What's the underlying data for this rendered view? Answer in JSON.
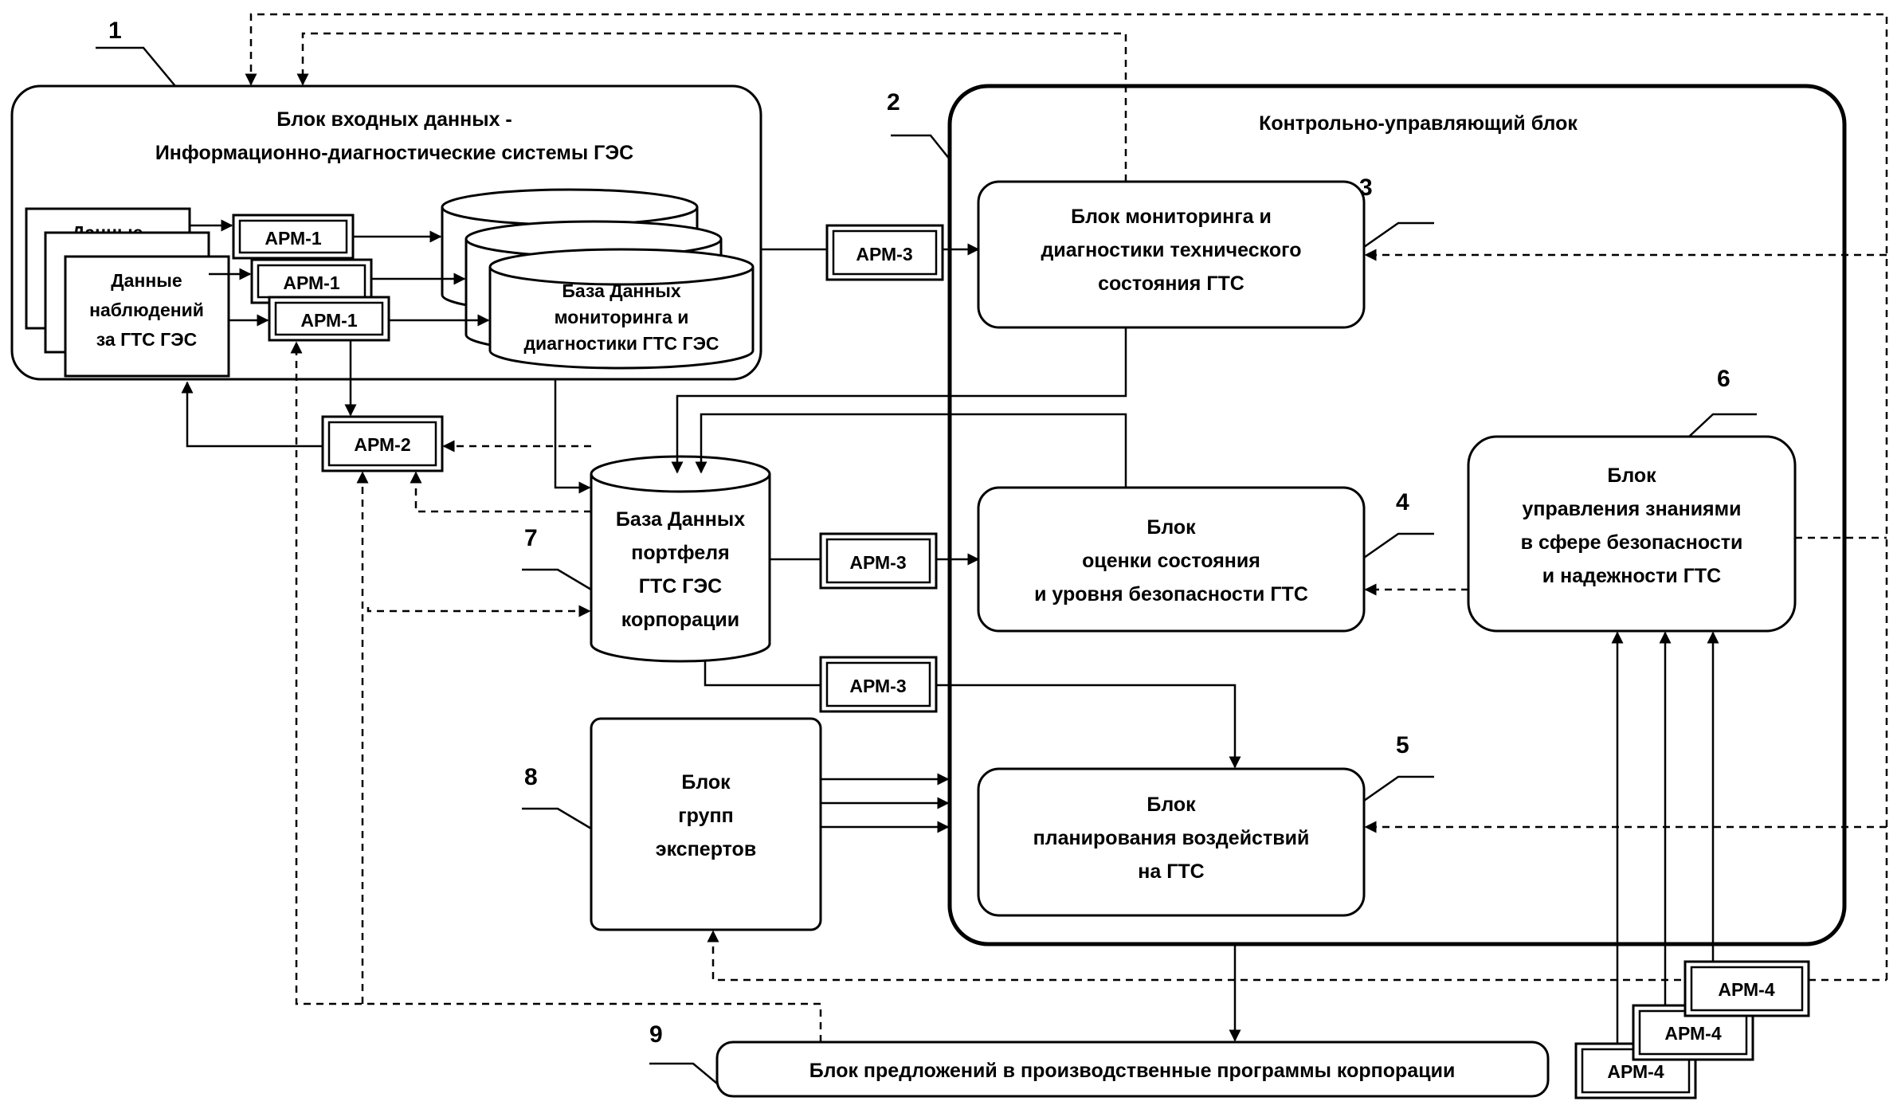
{
  "callouts": [
    "1",
    "2",
    "3",
    "4",
    "5",
    "6",
    "7",
    "8",
    "9"
  ],
  "input_block": {
    "title_line1": "Блок входных данных -",
    "title_line2": "Информационно-диагностические системы ГЭС",
    "obs_back_partial": "Данные",
    "obs_line1": "Данные",
    "obs_line2": "наблюдений",
    "obs_line3": "за ГТС ГЭС",
    "db_line1": "База Данных",
    "db_line2": "мониторинга и",
    "db_line3": "диагностики ГТС ГЭС"
  },
  "control_block": {
    "title": "Контрольно-управляющий блок"
  },
  "monitoring_block": {
    "line1": "Блок мониторинга и",
    "line2": "диагностики технического",
    "line3": "состояния ГТС"
  },
  "assessment_block": {
    "line1": "Блок",
    "line2": "оценки состояния",
    "line3": "и уровня безопасности ГТС"
  },
  "planning_block": {
    "line1": "Блок",
    "line2": "планирования воздействий",
    "line3": "на ГТС"
  },
  "knowledge_block": {
    "line1": "Блок",
    "line2": "управления знаниями",
    "line3": "в сфере безопасности",
    "line4": "и надежности ГТС"
  },
  "portfolio_db": {
    "line1": "База Данных",
    "line2": "портфеля",
    "line3": "ГТС ГЭС",
    "line4": "корпорации"
  },
  "experts_block": {
    "line1": "Блок",
    "line2": "групп",
    "line3": "экспертов"
  },
  "proposals_block": {
    "label": "Блок предложений в производственные программы корпорации"
  },
  "workstations": {
    "arm1": "АРМ-1",
    "arm2": "АРМ-2",
    "arm3": "АРМ-3",
    "arm4": "АРМ-4"
  },
  "colors": {
    "stroke": "#000000",
    "fill": "#ffffff"
  }
}
